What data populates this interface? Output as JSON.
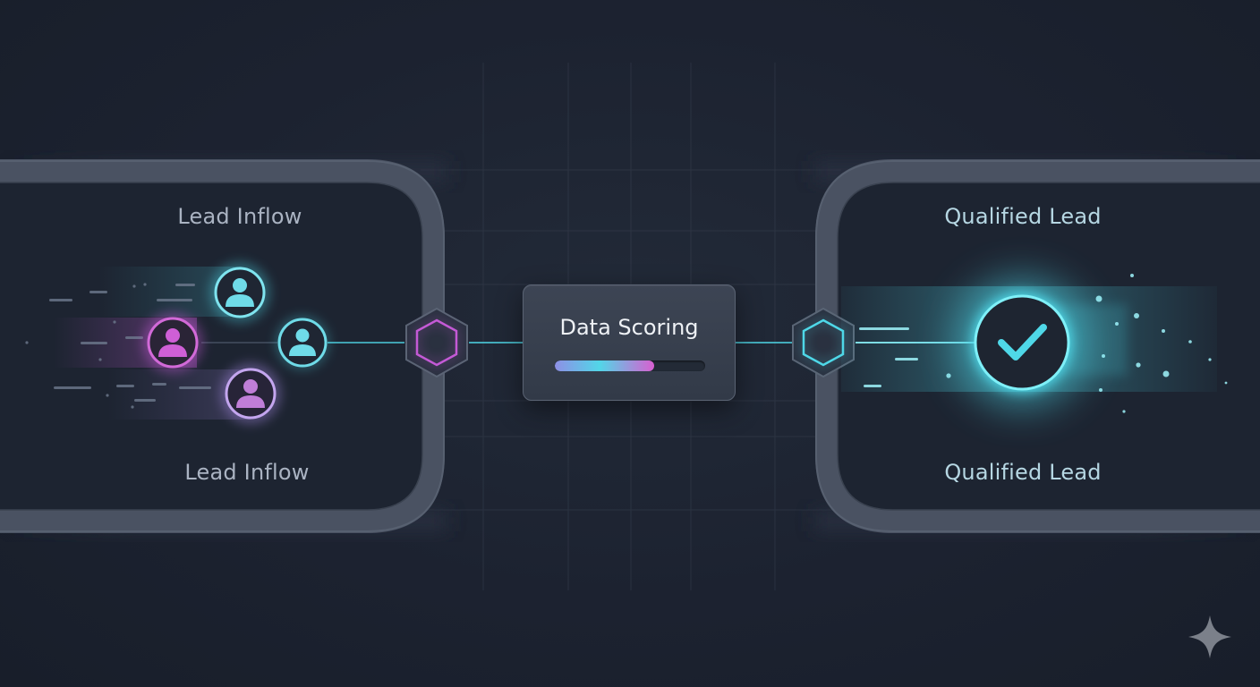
{
  "diagram": {
    "left_panel": {
      "title_top": "Lead Inflow",
      "title_bottom": "Lead Inflow"
    },
    "center_card": {
      "title": "Data Scoring",
      "progress_fraction": 0.66
    },
    "right_panel": {
      "title_top": "Qualified Lead",
      "title_bottom": "Qualified Lead"
    },
    "icons": {
      "lead": "user-icon",
      "connector": "hexagon-icon",
      "result": "checkmark-icon",
      "watermark": "sparkle-icon"
    },
    "colors": {
      "background": "#1c2230",
      "cyan_accent": "#4fd8e8",
      "magenta_accent": "#c45ad6",
      "lavender_accent": "#a88be6",
      "panel_border": "#4a5262"
    }
  }
}
